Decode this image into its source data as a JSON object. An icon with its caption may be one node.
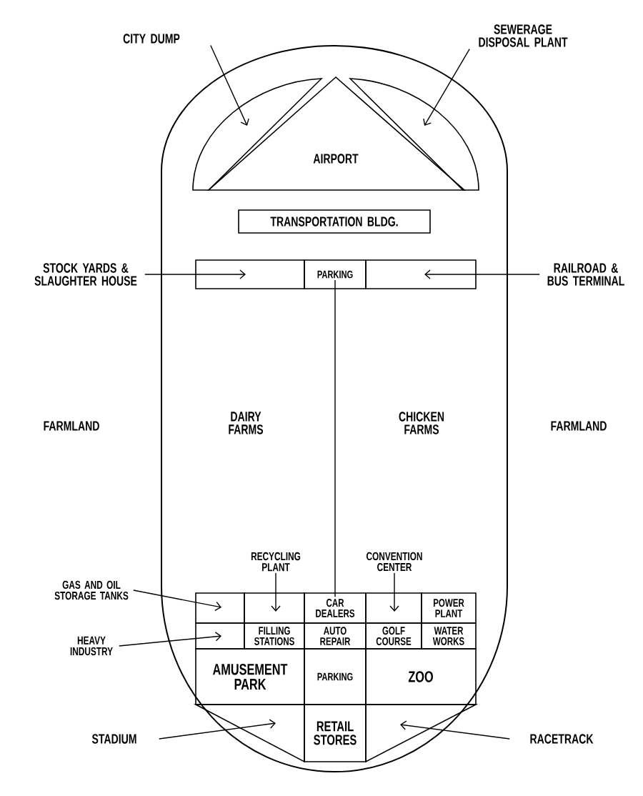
{
  "diagram": {
    "nodes": [
      {
        "text": [
          "CITY DUMP"
        ]
      },
      {
        "text": [
          "SEWERAGE DISPOSAL PLANT"
        ]
      },
      {
        "text": [],
        "shape": "segment"
      },
      {
        "text": [
          "AIRPORT"
        ]
      },
      {
        "text": [],
        "shape": "segment"
      },
      {
        "text": [
          "TRANSPORTATION BLDG."
        ]
      },
      {
        "text": [
          "STOCK YARDS & SLAUGHTER HOUSE"
        ]
      },
      {
        "text": [],
        "shape": "box"
      },
      {
        "text": [
          "PARKING"
        ]
      },
      {
        "text": [],
        "shape": "box"
      },
      {
        "text": [
          "RAILROAD & BUS TERMINAL"
        ]
      },
      {
        "text": [
          "RECYCLING PLANT"
        ]
      },
      {
        "text": [
          "CONVENTION CENTER"
        ]
      },
      {
        "text": [
          "GAS AND OIL STORAGE TANKS"
        ]
      },
      {
        "text": [],
        "shape": "box"
      },
      {
        "text": [],
        "shape": "box"
      },
      {
        "text": [
          "CAR DEALERS"
        ]
      },
      {
        "text": [],
        "shape": "box"
      },
      {
        "text": [
          "POWER PLANT"
        ]
      },
      {
        "text": [
          "HEAVY INDUSTRY"
        ]
      },
      {
        "text": [],
        "shape": "box"
      },
      {
        "text": [
          "FILLING STATIONS"
        ]
      },
      {
        "text": [
          "AUTO REPAIR"
        ]
      },
      {
        "text": [
          "GOLF COURSE"
        ]
      },
      {
        "text": [
          "WATER WORKS"
        ]
      },
      {
        "text": [
          "AMUSEMENT PARK"
        ]
      },
      {
        "text": [
          "PARKING"
        ]
      },
      {
        "text": [
          "ZOO"
        ]
      },
      {
        "text": [
          "STADIUM"
        ]
      },
      {
        "text": [],
        "shape": "triangle"
      },
      {
        "text": [
          "RETAIL STORES"
        ]
      },
      {
        "text": [],
        "shape": "triangle"
      },
      {
        "text": [
          "RACETRACK"
        ]
      }
    ],
    "edges": [
      {
        "from": 0,
        "to": 2,
        "arrow": "to"
      },
      {
        "from": 1,
        "to": 4,
        "arrow": "to"
      },
      {
        "from": 6,
        "to": 7,
        "arrow": "to"
      },
      {
        "from": 10,
        "to": 9,
        "arrow": "to"
      },
      {
        "from": 8,
        "to": 16,
        "arrow": "none"
      },
      {
        "from": 11,
        "to": 15,
        "arrow": "to"
      },
      {
        "from": 12,
        "to": 17,
        "arrow": "to"
      },
      {
        "from": 13,
        "to": 14,
        "arrow": "to"
      },
      {
        "from": 19,
        "to": 20,
        "arrow": "to"
      },
      {
        "from": 28,
        "to": 29,
        "arrow": "to"
      },
      {
        "from": 32,
        "to": 31,
        "arrow": "to"
      }
    ],
    "labels": [
      "FARMLAND",
      "DAIRY FARMS",
      "CHICKEN FARMS",
      "FARMLAND"
    ]
  }
}
